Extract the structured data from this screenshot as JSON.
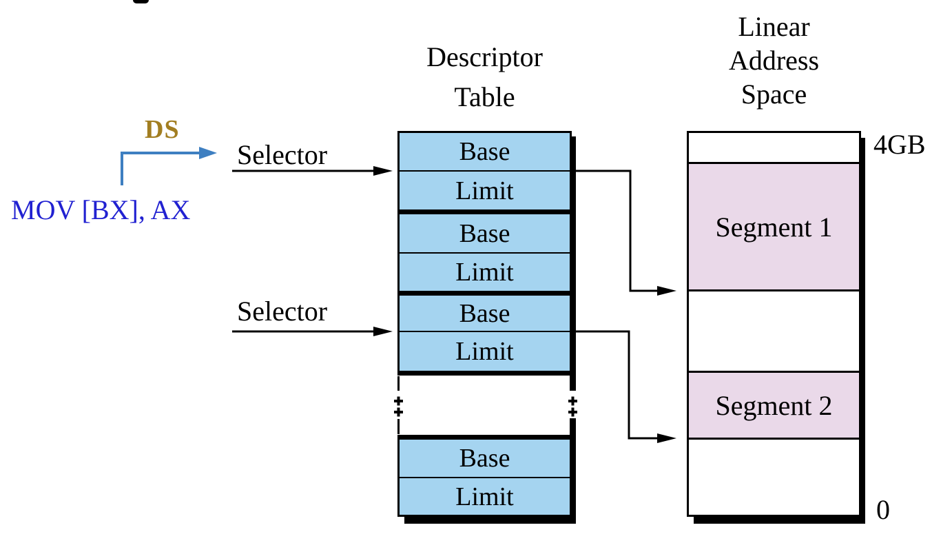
{
  "labels": {
    "ds": "DS",
    "instruction": "MOV [BX], AX",
    "selector_1": "Selector",
    "selector_2": "Selector",
    "four_gb": "4GB",
    "zero": "0"
  },
  "descriptor_table": {
    "title_line1": "Descriptor",
    "title_line2": "Table",
    "rows": [
      "Base",
      "Limit",
      "Base",
      "Limit",
      "Base",
      "Limit",
      "Base",
      "Limit"
    ]
  },
  "linear_address_space": {
    "title_line1": "Linear",
    "title_line2": "Address",
    "title_line3": "Space",
    "segments": [
      "Segment 1",
      "Segment 2"
    ]
  },
  "colors": {
    "row_blue": "#A5D4F0",
    "segment_pink": "#EAD9E9",
    "ds_gold": "#A27E21",
    "instruction_blue": "#2121D1",
    "arrow_blue": "#3E7FC1",
    "line_black": "#000000"
  }
}
